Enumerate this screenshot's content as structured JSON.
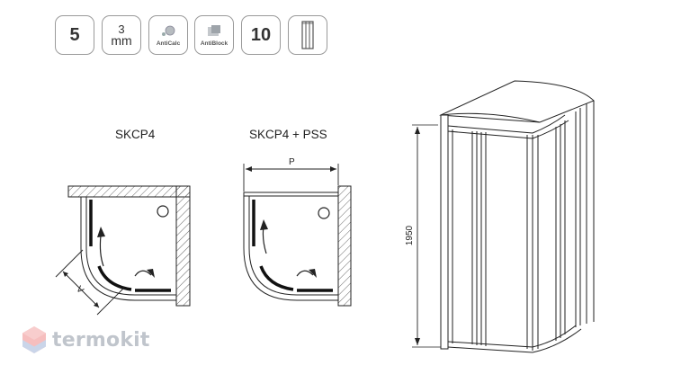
{
  "badges": [
    {
      "id": "years",
      "value": "5"
    },
    {
      "id": "glass",
      "value": "3",
      "unit": "mm"
    },
    {
      "id": "anticalc",
      "caption": "AntiCalc"
    },
    {
      "id": "antiblock",
      "caption": "AntiBlock"
    },
    {
      "id": "warranty",
      "value": "10"
    },
    {
      "id": "profile",
      "icon": "profile-icon"
    }
  ],
  "diagrams": {
    "left_title": "SKCP4",
    "right_title": "SKCP4 + PSS",
    "dim_v": "V",
    "dim_p": "P",
    "dim_height": "1950"
  },
  "watermark": {
    "text": "termokit",
    "icon": "hexagon-logo-icon"
  },
  "colors": {
    "line": "#222222",
    "hatch": "#555555",
    "badge_border": "#9a9a9a",
    "watermark": "#8d97a3"
  }
}
